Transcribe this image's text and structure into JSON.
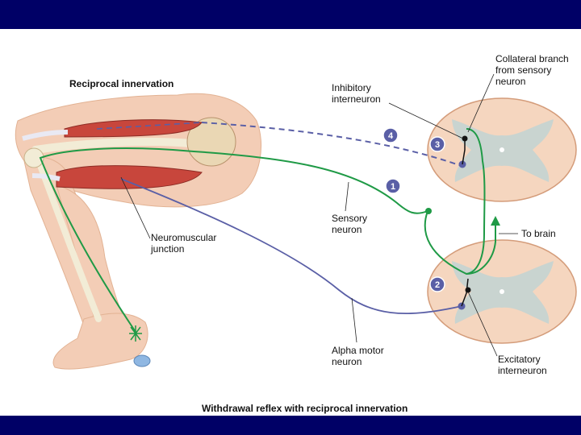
{
  "title": "Reciprocal innervation",
  "caption": "Withdrawal reflex with reciprocal innervation",
  "labels": {
    "collateral_line1": "Collateral branch",
    "collateral_line2": "from sensory",
    "collateral_line3": "neuron",
    "inhibitory_line1": "Inhibitory",
    "inhibitory_line2": "interneuron",
    "sensory_line1": "Sensory",
    "sensory_line2": "neuron",
    "nmj_line1": "Neuromuscular",
    "nmj_line2": "junction",
    "alpha_line1": "Alpha motor",
    "alpha_line2": "neuron",
    "excitatory_line1": "Excitatory",
    "excitatory_line2": "interneuron",
    "to_brain": "To brain"
  },
  "steps": [
    "1",
    "2",
    "3",
    "4"
  ],
  "colors": {
    "band": "#000066",
    "skin": "#f3cdb6",
    "sensory": "#1f9a46",
    "motor": "#5a5fa6",
    "interneuron": "#111111",
    "cord_white": "#f5d6bf",
    "cord_gray": "#c9d4d0",
    "muscle": "#c8463c",
    "badge": "#5a5fa6"
  }
}
